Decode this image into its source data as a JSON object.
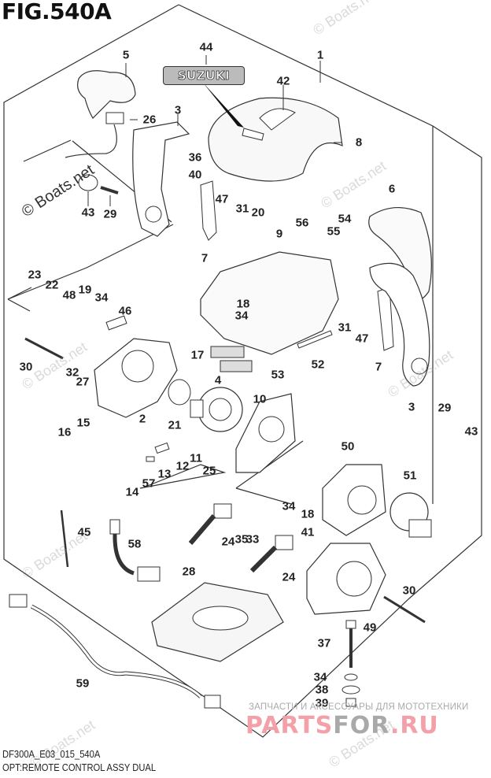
{
  "figure": {
    "title": "FIG.540A",
    "code": "DF300A_E03_015_540A",
    "description": "OPT:REMOTE CONTROL ASSY DUAL",
    "emblem_text": "SUZUKI"
  },
  "watermarks": {
    "copyright": "© Boats.net"
  },
  "shop_banner": {
    "tagline": "ЗАПЧАСТИ И АКСЕССУАРЫ ДЛЯ МОТОТЕХНИКИ",
    "logo_part1": "PARTS",
    "logo_part2": "FOR",
    "logo_part3": ".RU",
    "colors": {
      "pink": "#f4a0a8",
      "gray": "#a9a9a9"
    }
  },
  "callouts": [
    {
      "id": "c1",
      "label": "1"
    },
    {
      "id": "c2",
      "label": "2"
    },
    {
      "id": "c3a",
      "label": "3"
    },
    {
      "id": "c3b",
      "label": "3"
    },
    {
      "id": "c4",
      "label": "4"
    },
    {
      "id": "c5",
      "label": "5"
    },
    {
      "id": "c6",
      "label": "6"
    },
    {
      "id": "c7a",
      "label": "7"
    },
    {
      "id": "c7b",
      "label": "7"
    },
    {
      "id": "c8",
      "label": "8"
    },
    {
      "id": "c9",
      "label": "9"
    },
    {
      "id": "c10",
      "label": "10"
    },
    {
      "id": "c11",
      "label": "11"
    },
    {
      "id": "c12",
      "label": "12"
    },
    {
      "id": "c13",
      "label": "13"
    },
    {
      "id": "c14",
      "label": "14"
    },
    {
      "id": "c15",
      "label": "15"
    },
    {
      "id": "c16",
      "label": "16"
    },
    {
      "id": "c17",
      "label": "17"
    },
    {
      "id": "c18a",
      "label": "18"
    },
    {
      "id": "c18b",
      "label": "18"
    },
    {
      "id": "c19",
      "label": "19"
    },
    {
      "id": "c20",
      "label": "20"
    },
    {
      "id": "c21",
      "label": "21"
    },
    {
      "id": "c22",
      "label": "22"
    },
    {
      "id": "c23",
      "label": "23"
    },
    {
      "id": "c24a",
      "label": "24"
    },
    {
      "id": "c24b",
      "label": "24"
    },
    {
      "id": "c25",
      "label": "25"
    },
    {
      "id": "c26",
      "label": "26"
    },
    {
      "id": "c27",
      "label": "27"
    },
    {
      "id": "c28",
      "label": "28"
    },
    {
      "id": "c29a",
      "label": "29"
    },
    {
      "id": "c29b",
      "label": "29"
    },
    {
      "id": "c30a",
      "label": "30"
    },
    {
      "id": "c30b",
      "label": "30"
    },
    {
      "id": "c31a",
      "label": "31"
    },
    {
      "id": "c31b",
      "label": "31"
    },
    {
      "id": "c32",
      "label": "32"
    },
    {
      "id": "c33",
      "label": "33"
    },
    {
      "id": "c34a",
      "label": "34"
    },
    {
      "id": "c34b",
      "label": "34"
    },
    {
      "id": "c34c",
      "label": "34"
    },
    {
      "id": "c34d",
      "label": "34"
    },
    {
      "id": "c35",
      "label": "35"
    },
    {
      "id": "c36",
      "label": "36"
    },
    {
      "id": "c37",
      "label": "37"
    },
    {
      "id": "c38",
      "label": "38"
    },
    {
      "id": "c39",
      "label": "39"
    },
    {
      "id": "c40",
      "label": "40"
    },
    {
      "id": "c41",
      "label": "41"
    },
    {
      "id": "c42",
      "label": "42"
    },
    {
      "id": "c43a",
      "label": "43"
    },
    {
      "id": "c43b",
      "label": "43"
    },
    {
      "id": "c44",
      "label": "44"
    },
    {
      "id": "c45",
      "label": "45"
    },
    {
      "id": "c46",
      "label": "46"
    },
    {
      "id": "c47a",
      "label": "47"
    },
    {
      "id": "c47b",
      "label": "47"
    },
    {
      "id": "c48",
      "label": "48"
    },
    {
      "id": "c49",
      "label": "49"
    },
    {
      "id": "c50",
      "label": "50"
    },
    {
      "id": "c51",
      "label": "51"
    },
    {
      "id": "c52",
      "label": "52"
    },
    {
      "id": "c53",
      "label": "53"
    },
    {
      "id": "c54",
      "label": "54"
    },
    {
      "id": "c55",
      "label": "55"
    },
    {
      "id": "c56",
      "label": "56"
    },
    {
      "id": "c57",
      "label": "57"
    },
    {
      "id": "c58",
      "label": "58"
    },
    {
      "id": "c59",
      "label": "59"
    }
  ]
}
